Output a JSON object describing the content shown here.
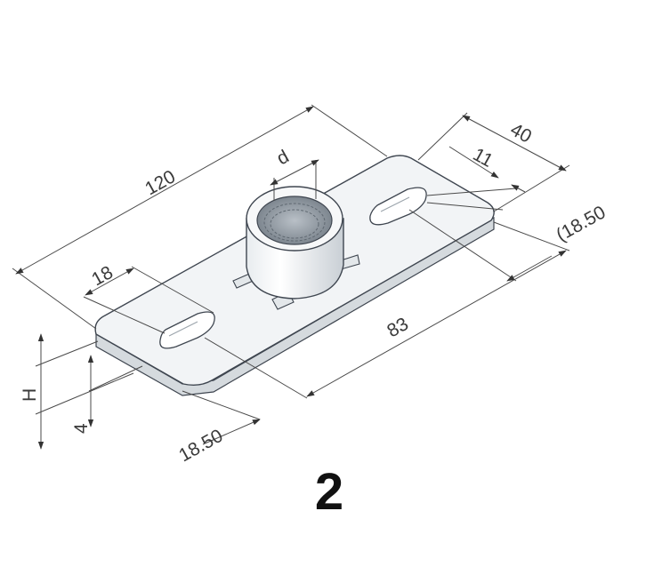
{
  "dimensions": {
    "length_total": "120",
    "width": "40",
    "slot_width": "11",
    "thread": "d",
    "slot_length": "18",
    "hole_spacing": "83",
    "edge_offset_left": "18.50",
    "edge_offset_right": "(18.50",
    "height": "H",
    "thickness": "4"
  },
  "figure_number": "2",
  "colors": {
    "plate_fill": "#f2f4f6",
    "edge": "#3f4650",
    "line": "#4a4a4a"
  }
}
